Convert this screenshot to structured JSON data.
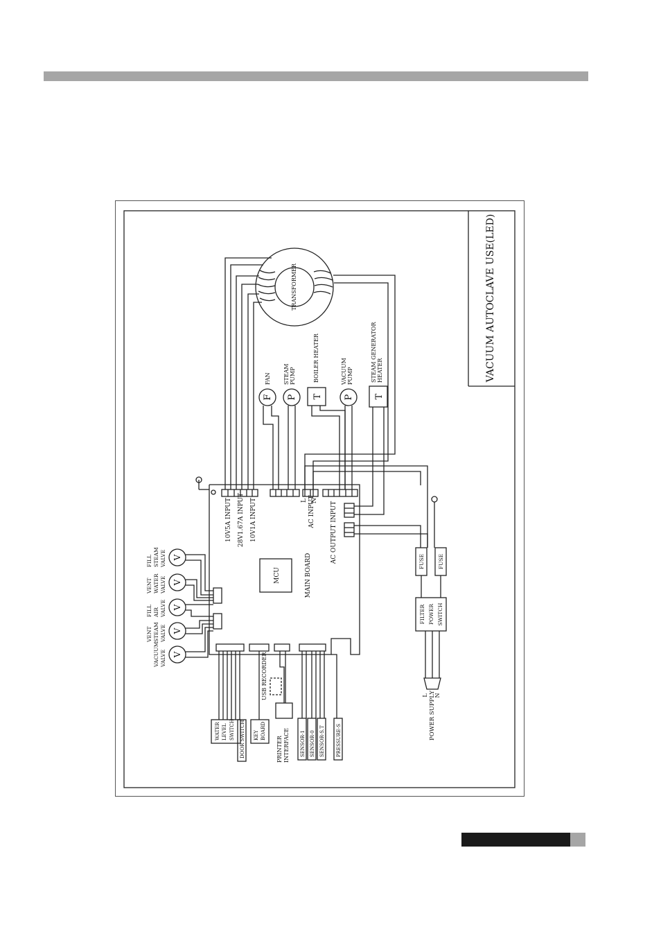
{
  "title": "VACUUM AUTOCLAVE USE(LED)",
  "main_board": {
    "label": "MAIN BOARD",
    "mcu": "MCU"
  },
  "transformer": {
    "label": "TRANSFORMER"
  },
  "inputs": {
    "input_1": "10V5A INPUT",
    "input_2": "28V1.67A INPUT",
    "input_3": "10V1A INPUT",
    "ac_input": "AC INPUT",
    "ac_output": "AC OUTPUT INPUT"
  },
  "components": {
    "fan": {
      "symbol": "F",
      "label": "FAN"
    },
    "steam_pump": {
      "symbol": "P",
      "label_1": "STEAM",
      "label_2": "PUMP"
    },
    "boiler_heater": {
      "symbol": "T",
      "label": "BOILER HEATER"
    },
    "vacuum_pump": {
      "symbol": "P",
      "label_1": "VACUUM",
      "label_2": "PUMP"
    },
    "steam_generator": {
      "symbol": "T",
      "label_1": "STEAM GENERATOR",
      "label_2": "HEATER"
    }
  },
  "valves": [
    {
      "symbol": "V",
      "label_1": "VACUUM",
      "label_2": "VALVE"
    },
    {
      "symbol": "V",
      "label_1": "VENT",
      "label_2": "STEAM",
      "label_3": "VALVE"
    },
    {
      "symbol": "V",
      "label_1": "FILL",
      "label_2": "AIR",
      "label_3": "VALVE"
    },
    {
      "symbol": "V",
      "label_1": "VENT",
      "label_2": "WATER",
      "label_3": "VALVE"
    },
    {
      "symbol": "V",
      "label_1": "FILL",
      "label_2": "STEAM",
      "label_3": "VALVE"
    }
  ],
  "power": {
    "fuse_1": "FUSE",
    "fuse_2": "FUSE",
    "filter_1": "FILTER",
    "filter_2": "POWER",
    "filter_3": "SWITCH",
    "supply": "POWER SUPPLY",
    "l": "L",
    "n": "N"
  },
  "bottom": {
    "water_level_1": "WATER",
    "water_level_2": "LEVEL",
    "water_level_3": "SWITCH",
    "door_switch": "DOOR SWITCH",
    "key_1": "KEY",
    "key_2": "BOARD",
    "usb": "USB RECORDER",
    "printer_1": "PRINTER",
    "printer_2": "INTERFACE",
    "sensor_1": "SENSOR-1",
    "sensor_2": "SENSOR-0",
    "sensor_3": "SENSOR-S.T",
    "pressure": "PRESSURE-S"
  },
  "ac_labels": {
    "l": "L",
    "n": "N"
  }
}
